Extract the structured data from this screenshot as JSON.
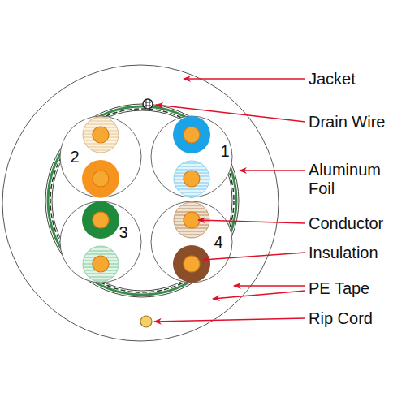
{
  "diagram": {
    "labels": [
      "Jacket",
      "Drain Wire",
      "Aluminum Foil",
      "Conductor",
      "Insulation",
      "PE Tape",
      "Rip Cord",
      "2",
      "1",
      "3",
      "4"
    ]
  }
}
